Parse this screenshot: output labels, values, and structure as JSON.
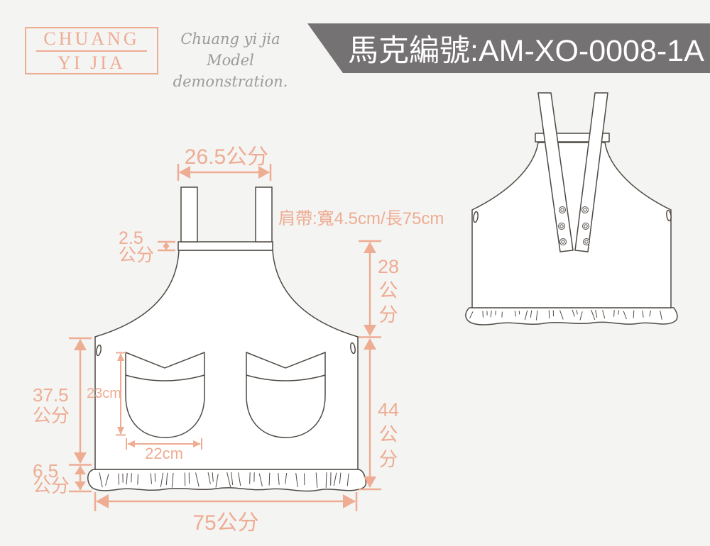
{
  "colors": {
    "accent": "#eeac93",
    "banner_bg": "#757274",
    "line_art": "#4f4a45",
    "script_text": "#9b9b9b",
    "page_bg": "#f4f4f2"
  },
  "header": {
    "logo_line1": "CHUANG",
    "logo_line2": "YI JIA",
    "script_line1": "Chuang yi jia",
    "script_line2": "Model demonstration.",
    "banner_text": "馬克編號:AM-XO-0008-1A"
  },
  "front_view": {
    "dim_strap_span": "26.5公分",
    "dim_band_value": "2.5",
    "dim_band_unit": "公分",
    "dim_shoulder_strap": "肩帶:寬4.5cm/長75cm",
    "dim_upper_right": [
      "28",
      "公",
      "分"
    ],
    "dim_lower_right": [
      "44",
      "公",
      "分"
    ],
    "dim_upper_left_value": "37.5",
    "dim_upper_left_unit": "公分",
    "dim_hem_value": "6.5",
    "dim_hem_unit": "公分",
    "dim_pocket_height": "23cm",
    "dim_pocket_width": "22cm",
    "dim_bottom_width": "75公分"
  }
}
